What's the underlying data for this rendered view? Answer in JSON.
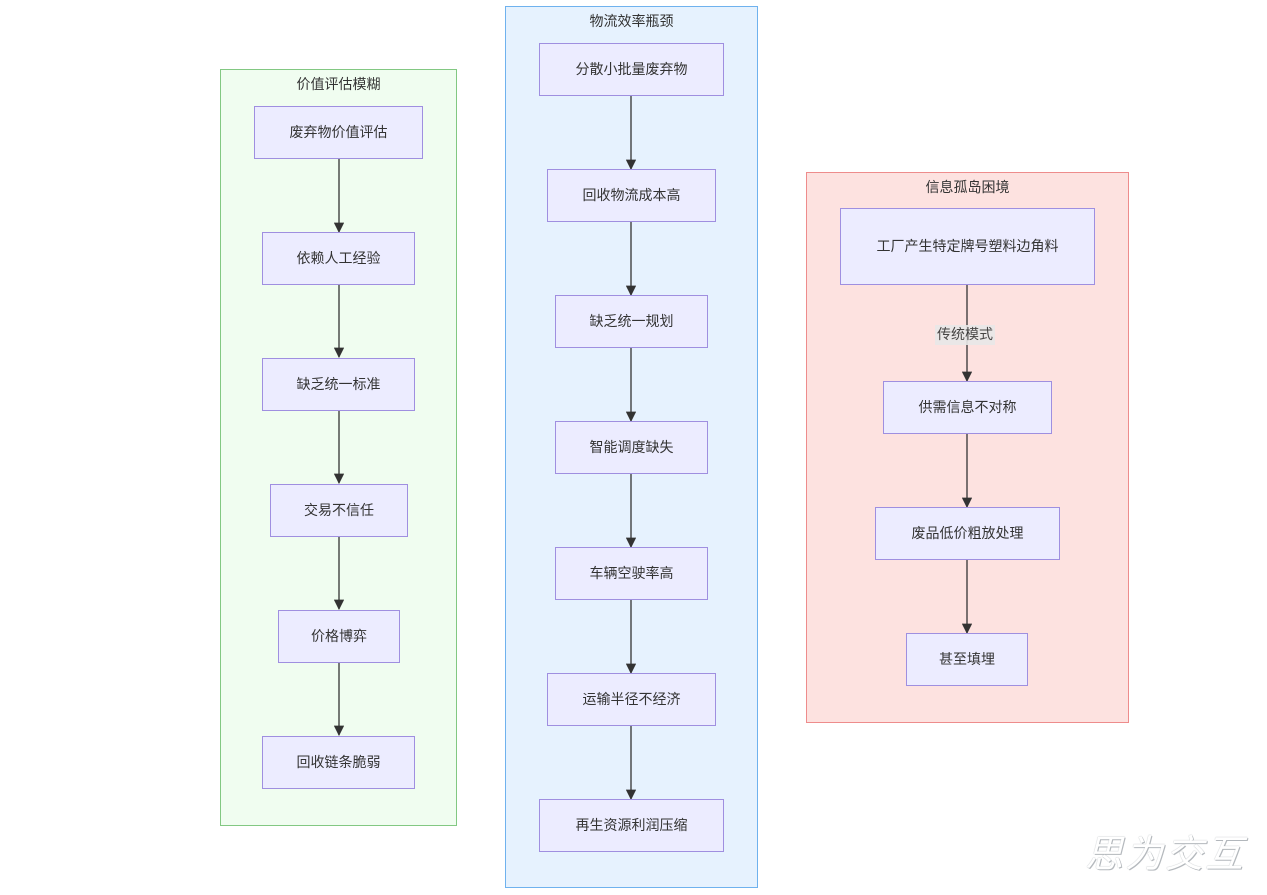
{
  "clusters": {
    "value": {
      "title": "价值评估模糊",
      "nodes": [
        "废弃物价值评估",
        "依赖人工经验",
        "缺乏统一标准",
        "交易不信任",
        "价格博弈",
        "回收链条脆弱"
      ]
    },
    "logistics": {
      "title": "物流效率瓶颈",
      "nodes": [
        "分散小批量废弃物",
        "回收物流成本高",
        "缺乏统一规划",
        "智能调度缺失",
        "车辆空驶率高",
        "运输半径不经济",
        "再生资源利润压缩"
      ]
    },
    "info": {
      "title": "信息孤岛困境",
      "nodes": [
        "工厂产生特定牌号塑料边角料",
        "供需信息不对称",
        "废品低价粗放处理",
        "甚至填埋"
      ],
      "edge_labels": [
        "传统模式",
        "",
        ""
      ]
    }
  },
  "colors": {
    "node_fill": "#ececff",
    "node_border": "#9f8fe0",
    "edge": "#333333",
    "cluster_green": "#f0fdf0",
    "cluster_blue": "#e6f2fe",
    "cluster_red": "#fde2e0"
  },
  "watermark": "思为交互"
}
